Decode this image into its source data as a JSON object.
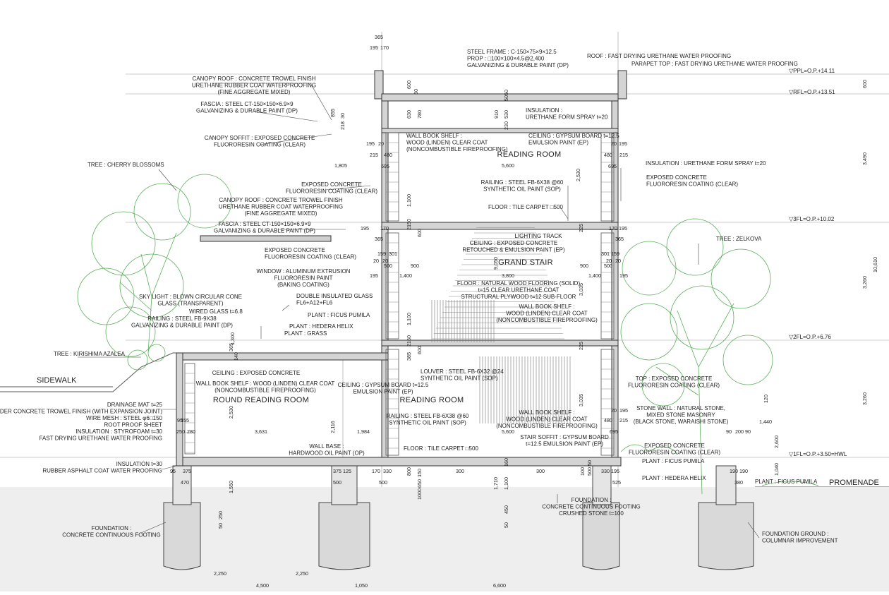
{
  "rooms": {
    "reading_room_upper": "READING ROOM",
    "grand_stair": "GRAND STAIR",
    "round_reading_room": "ROUND READING ROOM",
    "reading_room_lower": "READING ROOM"
  },
  "places": {
    "sidewalk": "SIDEWALK",
    "promenade": "PROMENADE"
  },
  "levels": {
    "ppl": "▽PPL=O.P.+14.11",
    "rfl": "▽RFL=O.P.+13.51",
    "fl3": "▽3FL=O.P.+10.02",
    "fl2": "▽2FL=O.P.+6.76",
    "fl1": "▽1FL=O.P.+3.50=HWL"
  },
  "notes": {
    "steel_frame": [
      "STEEL FRAME : C-150×75×9×12.5",
      "PROP : □100×100×4.5@2,400",
      "GALVANIZING & DURABLE PAINT (DP)"
    ],
    "roof": [
      "ROOF : FAST DRYING URETHANE WATER PROOFING"
    ],
    "parapet": [
      "PARAPET TOP : FAST DRYING URETHANE WATER PROOFING"
    ],
    "canopy_roof_top": [
      "CANOPY ROOF : CONCRETE TROWEL FINISH",
      "URETHANE RUBBER COAT WATERPROOFING",
      "(FINE AGGREGATE MIXED)"
    ],
    "fascia_top": [
      "FASCIA : STEEL CT-150×150×6.9×9",
      "GALVANIZING & DURABLE PAINT (DP)"
    ],
    "insulation_roof": [
      "INSULATION :",
      "URETHANE FORM SPRAY t=20"
    ],
    "canopy_soffit": [
      "CANOPY SOFFIT : EXPOSED CONCRETE",
      "FLUORORESIN COATING (CLEAR)"
    ],
    "wall_shelf_upper": [
      "WALL BOOK SHELF :",
      "WOOD (LINDEN) CLEAR COAT",
      "(NONCOMBUSTIBLE FIREPROOFING)"
    ],
    "ceiling_upper": [
      "CEILING : GYPSUM BOARD t=12.5",
      "EMULSION PAINT (EP)"
    ],
    "tree_cherry": [
      "TREE : CHERRY BLOSSOMS"
    ],
    "insulation_wall": [
      "INSULATION : URETHANE FORM SPRAY t=20"
    ],
    "exposed_concrete_a": [
      "EXPOSED CONCRETE",
      "FLUORORESIN COATING (CLEAR)"
    ],
    "exposed_concrete_b": [
      "EXPOSED CONCRETE",
      "FLUORORESIN COATING (CLEAR)"
    ],
    "railing_upper": [
      "RAILING : STEEL FB-6X38 @60",
      "SYNTHETIC OIL PAINT (SOP)"
    ],
    "floor_upper": [
      "FLOOR : TILE CARPET □500"
    ],
    "canopy_roof_mid": [
      "CANOPY ROOF : CONCRETE TROWEL FINISH",
      "URETHANE RUBBER COAT WATERPROOFING",
      "(FINE AGGREGATE MIXED)"
    ],
    "fascia_mid": [
      "FASCIA : STEEL CT-150×150×6.9×9",
      "GALVANIZING & DURABLE PAINT (DP)"
    ],
    "lighting": [
      "LIGHTING TRACK"
    ],
    "ceiling_mid": [
      "CEILING : EXPOSED CONCRETE",
      "RETOUCHED & EMULSION PAINT (EP)"
    ],
    "tree_zelkova": [
      "TREE : ZELKOVA"
    ],
    "exposed_concrete_c": [
      "EXPOSED CONCRETE",
      "FLUORORESIN COATING (CLEAR)"
    ],
    "window": [
      "WINDOW : ALUMINUM EXTRUSION",
      "FLUORORESIN PAINT",
      "(BAKING COATING)"
    ],
    "floor_mid": [
      "FLOOR : NATURAL WOOD FLOORING (SOLID)",
      "t=15 CLEAR URETHANE COAT",
      "STRUCTURAL PLYWOOD t=12 SUB-FLOOR"
    ],
    "sky_light": [
      "SKY LIGHT : BLOWN CIRCULAR CONE",
      "GLASS (TRANSPARENT)"
    ],
    "double_glass": [
      "DOUBLE INSULATED GLASS",
      "FL6+A12+FL6"
    ],
    "wired_glass": [
      "WIRED GLASS t=6.8"
    ],
    "wall_shelf_right_mid": [
      "WALL BOOK SHELF :",
      "WOOD (LINDEN) CLEAR COAT",
      "(NONCOMBUSTIBLE FIREPROOFING)"
    ],
    "plant_ficus_a": [
      "PLANT : FICUS PUMILA"
    ],
    "railing_left": [
      "RAILING : STEEL FB-9X38",
      "GALVANIZING & DURABLE PAINT (DP)"
    ],
    "plant_hedera_a": [
      "PLANT : HEDERA HELIX"
    ],
    "plant_grass": [
      "PLANT : GRASS"
    ],
    "tree_azalea": [
      "TREE : KIRISHIMA AZALEA"
    ],
    "ceiling_low": [
      "CEILING : EXPOSED CONCRETE"
    ],
    "louver": [
      "LOUVER : STEEL FB-6X32 @24",
      "SYNTHETIC OIL PAINT (SOP)"
    ],
    "top_right": [
      "TOP : EXPOSED CONCRETE",
      "FLUORORESIN COATING (CLEAR)"
    ],
    "wall_shelf_round": [
      "WALL BOOK SHELF : WOOD (LINDEN) CLEAR COAT",
      "(NONCOMBUSTIBLE FIREPROOFING)"
    ],
    "ceiling_low_r": [
      "CEILING : GYPSUM BOARD t=12.5",
      "EMULSION PAINT (EP)"
    ],
    "drainage": [
      "DRAINAGE MAT t=25",
      "CINDER CONCRETE TROWEL FINISH (WITH EXPANSION JOINT)",
      "WIRE MESH : STEEL φ6□150",
      "ROOT PROOF SHEET",
      "INSULATION : STYROFOAM t=30",
      "FAST DRYING URETHANE WATER PROOFING"
    ],
    "stone_wall": [
      "STONE WALL : NATURAL STONE,",
      "MIXED STONE MASONRY",
      "(BLACK STONE, WARAISHI STONE)"
    ],
    "railing_low": [
      "RAILING : STEEL FB-6X38 @60",
      "SYNTHETIC OIL PAINT (SOP)"
    ],
    "wall_shelf_right_low": [
      "WALL BOOK SHELF :",
      "WOOD (LINDEN) CLEAR COAT",
      "(NONCOMBUSTIBLE FIREPROOFING)"
    ],
    "stair_soffit": [
      "STAIR SOFFIT : GYPSUM BOARD",
      "t=12.5 EMULSION PAINT (EP)"
    ],
    "exposed_concrete_d": [
      "EXPOSED CONCRETE",
      "FLUORORESIN COATING (CLEAR)"
    ],
    "wall_base": [
      "WALL BASE :",
      "HARDWOOD OIL PAINT (OP)"
    ],
    "floor_low": [
      "FLOOR : TILE CARPET □500"
    ],
    "insulation_low": [
      "INSULATION t=30",
      "RUBBER ASPHALT COAT WATER PROOFING"
    ],
    "plant_ficus_b": [
      "PLANT : FICUS PUMILA"
    ],
    "plant_hedera_b": [
      "PLANT : HEDERA HELIX"
    ],
    "plant_ficus_c": [
      "PLANT : FICUS PUMILA"
    ],
    "foundation_center": [
      "FOUNDATION :",
      "CONCRETE CONTINUOUS FOOTING",
      "CRUSHED STONE t=100"
    ],
    "foundation_left": [
      "FOUNDATION :",
      "CONCRETE CONTINUOUS FOOTING"
    ],
    "foundation_ground": [
      "FOUNDATION GROUND :",
      "COLUMNAR IMPROVEMENT"
    ]
  },
  "dims": {
    "top_365": "365",
    "top_195": "195",
    "top_170": "170",
    "d600a": "600",
    "d50": "50",
    "d630": "630",
    "d780": "780",
    "d5050": "5050",
    "d910": "910",
    "d530": "530",
    "d230": "230",
    "d855": "855",
    "d218": "218",
    "d30": "30",
    "d195_l1": "195",
    "d20_l1": "20",
    "d215_l": "215",
    "d480_l": "480",
    "d695_l": "695",
    "d20_r1": "20",
    "d195_r1": "195",
    "d480_r": "480",
    "d215_r": "215",
    "d695_r": "695",
    "d1805": "1,805",
    "d5600_top": "5,600",
    "d2530_top": "2,530",
    "d1100_a": "1,100",
    "d2150": "2150",
    "d600_b": "600",
    "d225_a": "225",
    "d195_170_l": "195",
    "d170_l": "170",
    "d365_l": "365",
    "d170_r": "170",
    "d195_r2": "195",
    "d365_r": "365",
    "d159": "159",
    "d301": "301",
    "d20_l2": "20",
    "d20_l3": "20",
    "d500_l": "500",
    "d900_l": "900",
    "d301_r": "301",
    "d159_r": "159",
    "d20_r2": "20",
    "d20_r3": "20",
    "d500_r": "500",
    "d900_r": "900",
    "d9050": "9,050",
    "d195_l4": "195",
    "d1400_l": "1,400",
    "d3800": "3,800",
    "d1400_r": "1,400",
    "d195_r4": "195",
    "d3035_a": "3,035",
    "d1100_b": "1,100",
    "d385_a": "385",
    "d2150_b": "2150",
    "d600_c": "600",
    "d225_b": "225",
    "d385_b": "385",
    "d2150_c": "2150",
    "d600_d": "600",
    "d1300": "1,300",
    "d365_v": "365",
    "d140": "140",
    "d2530_b": "2,530",
    "d2116": "2,116",
    "d95_155": "95",
    "d155": "155",
    "d250": "250",
    "d280": "280",
    "d3631": "3,631",
    "d1984": "1,984",
    "d3035_b": "3,035",
    "d20_r5": "20",
    "d195_r5": "195",
    "d480_r5": "480",
    "d215_r5": "215",
    "d5600_b": "5,600",
    "d695_r5": "695",
    "d95_b": "95",
    "d375_a": "375",
    "d470": "470",
    "d375_b": "375",
    "d125": "125",
    "d500_f": "500",
    "d170_f": "170",
    "d330_f": "330",
    "d500_g": "500",
    "d300_a": "300",
    "d300_b": "300",
    "d800": "800",
    "d650": "650",
    "d1000": "1000",
    "d150_a": "150",
    "d160": "160",
    "d1100_c": "1,100",
    "d1710": "1,710",
    "d100": "100",
    "d500_h": "500",
    "d50_h": "50",
    "d330_r": "330",
    "d195_r6": "195",
    "d525": "525",
    "d1550": "1,550",
    "d50_l": "50",
    "d250_l": "250",
    "d450": "450",
    "d50_m": "50",
    "d190a": "190",
    "d190b": "190",
    "d380": "380",
    "d120": "120",
    "d1440": "1,440",
    "d90": "90",
    "d200": "200",
    "d90b": "90",
    "d1040": "1,040",
    "d2600": "2,600",
    "d2250_a": "2,250",
    "d2250_b": "2,250",
    "d4500": "4,500",
    "d1050": "1,050",
    "d6600": "6,600",
    "r600": "600",
    "r3490": "3,490",
    "r3260a": "3,260",
    "r10610": "10,610",
    "r3260b": "3,260"
  }
}
